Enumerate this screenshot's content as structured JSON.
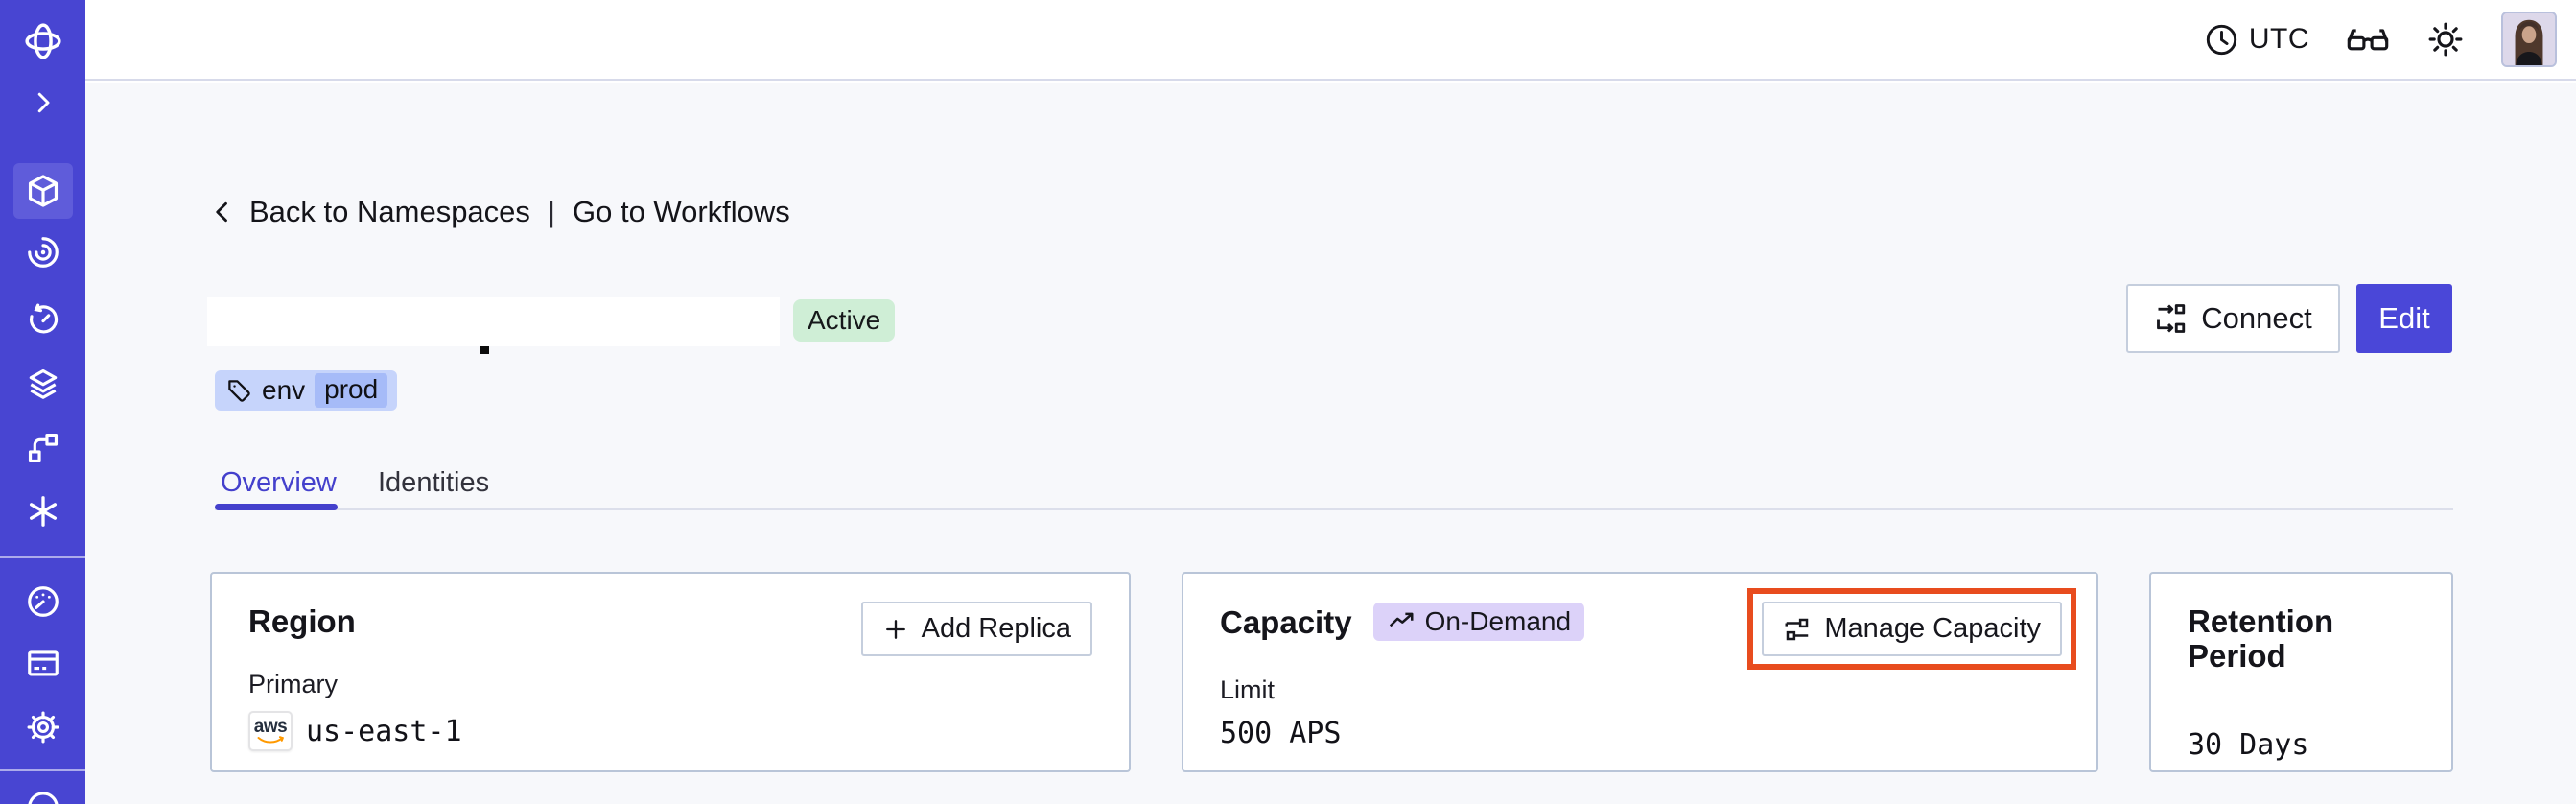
{
  "colors": {
    "sidebar_bg": "#4845d2",
    "sidebar_active_bg": "#5f5cda",
    "accent_indigo": "#4a47d8",
    "tab_active": "#4440cc",
    "status_active_bg": "#cfeed6",
    "tag_bg": "#c6d4fb",
    "tag_chip_bg": "#a6bbf8",
    "ondemand_badge_bg": "#dcd2f9",
    "annotation_red": "#e84c1e",
    "card_border": "#b9c5d8",
    "page_bg": "#f7f8fb",
    "aws_orange": "#ff9900"
  },
  "sidebar": {
    "items": [
      {
        "icon": "temporal-logo"
      },
      {
        "icon": "expand-chevron"
      },
      {
        "icon": "namespaces-cube",
        "active": true
      },
      {
        "icon": "workflows-spiral"
      },
      {
        "icon": "schedules-timer"
      },
      {
        "icon": "batch-layers"
      },
      {
        "icon": "deployments-branch"
      },
      {
        "icon": "nexus-asterisk"
      },
      {
        "icon": "usage-gauge"
      },
      {
        "icon": "billing-card"
      },
      {
        "icon": "settings-gear"
      },
      {
        "icon": "account-circle-partial"
      }
    ]
  },
  "topbar": {
    "timezone": "UTC",
    "icons": [
      "clock-icon",
      "glasses-icon",
      "theme-sun-icon",
      "avatar"
    ]
  },
  "breadcrumb": {
    "back": "Back to Namespaces",
    "separator": "|",
    "forward": "Go to Workflows"
  },
  "namespace": {
    "name_obscured": true,
    "status": "Active",
    "tag_key": "env",
    "tag_value": "prod"
  },
  "tabs": [
    {
      "label": "Overview",
      "active": true
    },
    {
      "label": "Identities",
      "active": false
    }
  ],
  "actions": {
    "connect_label": "Connect",
    "edit_label": "Edit"
  },
  "cards": {
    "region": {
      "title": "Region",
      "button_label": "Add Replica",
      "field_label": "Primary",
      "provider": "aws",
      "value": "us-east-1"
    },
    "capacity": {
      "title": "Capacity",
      "badge_label": "On-Demand",
      "button_label": "Manage Capacity",
      "button_highlighted": true,
      "field_label": "Limit",
      "value": "500 APS"
    },
    "retention": {
      "title": "Retention Period",
      "value": "30 Days"
    }
  }
}
